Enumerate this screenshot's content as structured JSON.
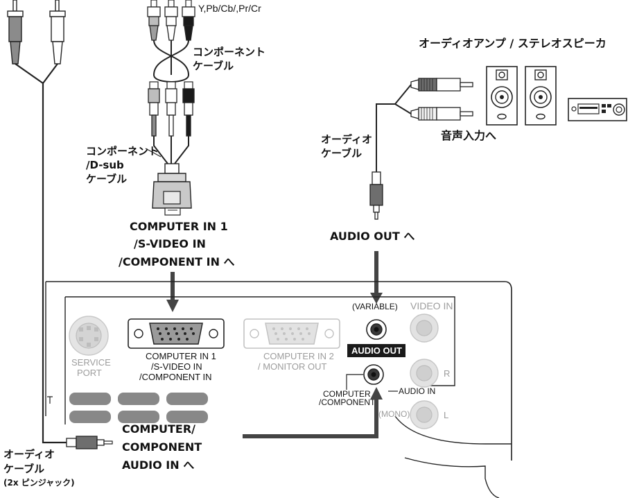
{
  "top_component_label": "Y,Pb/Cb/,Pr/Cr",
  "component_cable": {
    "line1": "コンポーネント",
    "line2": "ケーブル"
  },
  "component_dsub_cable": {
    "line1": "コンポーネント",
    "line2": "/D-sub",
    "line3": "ケーブル"
  },
  "audio_amp_title": "オーディオアンプ / ステレオスピーカ",
  "audio_input_label": "音声入力へ",
  "audio_cable_right": {
    "line1": "オーディオ",
    "line2": "ケーブル"
  },
  "computer_in_target": {
    "line1": "COMPUTER IN 1",
    "line2": "/S-VIDEO IN",
    "line3": "/COMPONENT IN へ"
  },
  "audio_out_target": "AUDIO OUT へ",
  "panel": {
    "service_port": {
      "line1": "SERVICE",
      "line2": "PORT"
    },
    "computer_in_1": {
      "line1": "COMPUTER IN 1",
      "line2": "/S-VIDEO IN",
      "line3": "/COMPONENT IN"
    },
    "computer_in_2": {
      "line1": "COMPUTER IN 2",
      "line2": "/ MONITOR OUT"
    },
    "variable": "(VARIABLE)",
    "audio_out": "AUDIO OUT",
    "computer_component": {
      "line1": "COMPUTER",
      "line2": "/COMPONENT"
    },
    "audio_in": "AUDIO IN",
    "video_in": "VIDEO IN",
    "r": "R",
    "l": "L",
    "mono": "(MONO)"
  },
  "computer_audio_target": {
    "line1": "COMPUTER/",
    "line2": "COMPONENT",
    "line3": "AUDIO IN へ"
  },
  "audio_cable_left": {
    "line1": "オーディオ",
    "line2": "ケーブル",
    "line3": "(2x ピンジャック)"
  }
}
